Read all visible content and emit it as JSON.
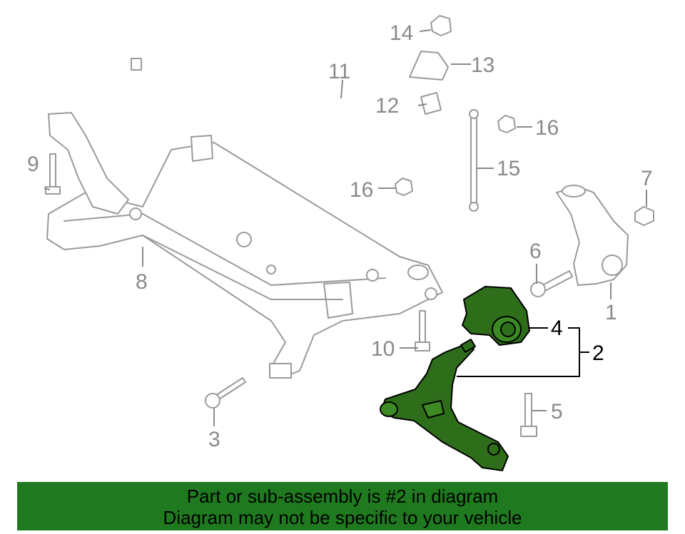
{
  "diagram": {
    "callouts": {
      "c1": "1",
      "c2": "2",
      "c3": "3",
      "c4": "4",
      "c5": "5",
      "c6": "6",
      "c7": "7",
      "c8": "8",
      "c9": "9",
      "c10": "10",
      "c11": "11",
      "c12": "12",
      "c13": "13",
      "c14": "14",
      "c15": "15",
      "c16a": "16",
      "c16b": "16"
    },
    "colors": {
      "highlight": "#2e6e1a",
      "banner": "#1f7a1f",
      "line_art": "#9a9a9a"
    }
  },
  "banner": {
    "line1": "Part or sub-assembly is #2 in diagram",
    "line2": "Diagram may not be specific to your vehicle"
  }
}
